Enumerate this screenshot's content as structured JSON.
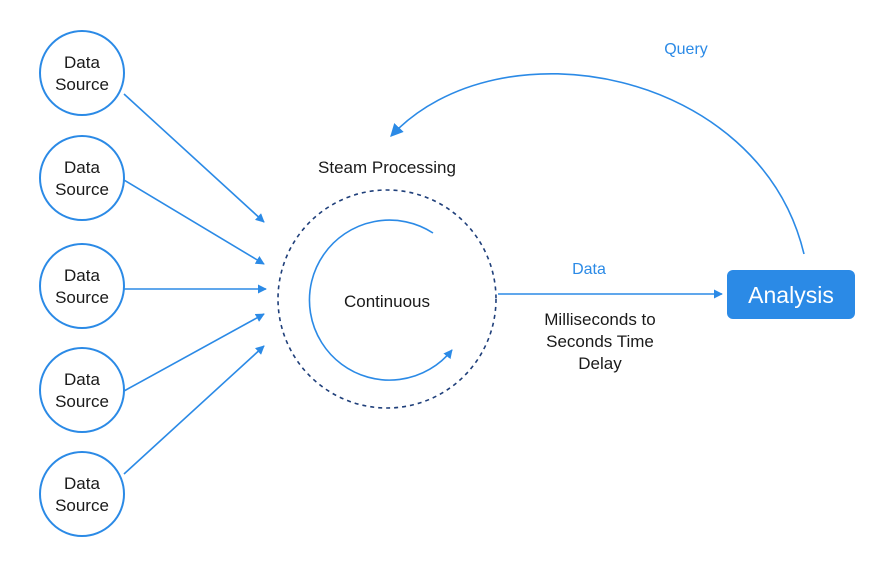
{
  "sources": [
    {
      "line1": "Data",
      "line2": "Source"
    },
    {
      "line1": "Data",
      "line2": "Source"
    },
    {
      "line1": "Data",
      "line2": "Source"
    },
    {
      "line1": "Data",
      "line2": "Source"
    },
    {
      "line1": "Data",
      "line2": "Source"
    }
  ],
  "processing": {
    "title": "Steam Processing",
    "center_label": "Continuous"
  },
  "output": {
    "label": "Data",
    "delay_lines": [
      "Milliseconds to",
      "Seconds Time",
      "Delay"
    ]
  },
  "analysis": {
    "label": "Analysis"
  },
  "feedback": {
    "label": "Query"
  },
  "colors": {
    "accent": "#2b8ae6",
    "ring": "#1f3f7a",
    "text": "#1a1a1a"
  }
}
